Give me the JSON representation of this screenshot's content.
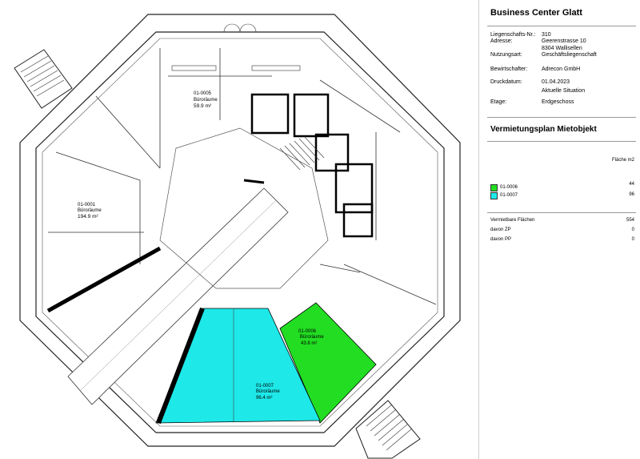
{
  "info": {
    "title": "Business Center Glatt",
    "rows": [
      {
        "label": "Liegenschafts-Nr.:",
        "value": "310"
      },
      {
        "label": "Adresse:",
        "value": "Geerenstrasse 10"
      },
      {
        "label": "",
        "value": "8304 Wallisellen"
      },
      {
        "label": "Nutzungsart:",
        "value": "Geschäftsliegenschaft"
      },
      {
        "label": "Bewirtschafter:",
        "value": "Adrecon GmbH"
      },
      {
        "label": "Druckdatum:",
        "value": "01.04.2023"
      },
      {
        "label": "",
        "value": "Aktuelle Situation"
      },
      {
        "label": "Etage:",
        "value": "Erdgeschoss"
      }
    ]
  },
  "legend": {
    "title": "Vermietungsplan Mietobjekt",
    "area_header": "Fläche m2",
    "items": [
      {
        "id": "01-0006",
        "area": "44",
        "color": "#22dd22"
      },
      {
        "id": "01-0007",
        "area": "96",
        "color": "#1ee8e8"
      }
    ]
  },
  "totals": [
    {
      "label": "Vermietbare Flächen",
      "value": "554"
    },
    {
      "label": "davon ZP",
      "value": "0"
    },
    {
      "label": "davon PP",
      "value": "0"
    }
  ],
  "plan": {
    "rooms": [
      {
        "id": "01-0005",
        "name": "Büroräume",
        "area": "59.9 m²"
      },
      {
        "id": "01-0001",
        "name": "Büroräume",
        "area": "194.9 m²"
      },
      {
        "id": "01-0006",
        "name": "Büroräume",
        "area": "43.8 m²"
      },
      {
        "id": "01-0007",
        "name": "Büroräume",
        "area": "96.4 m²"
      }
    ]
  }
}
